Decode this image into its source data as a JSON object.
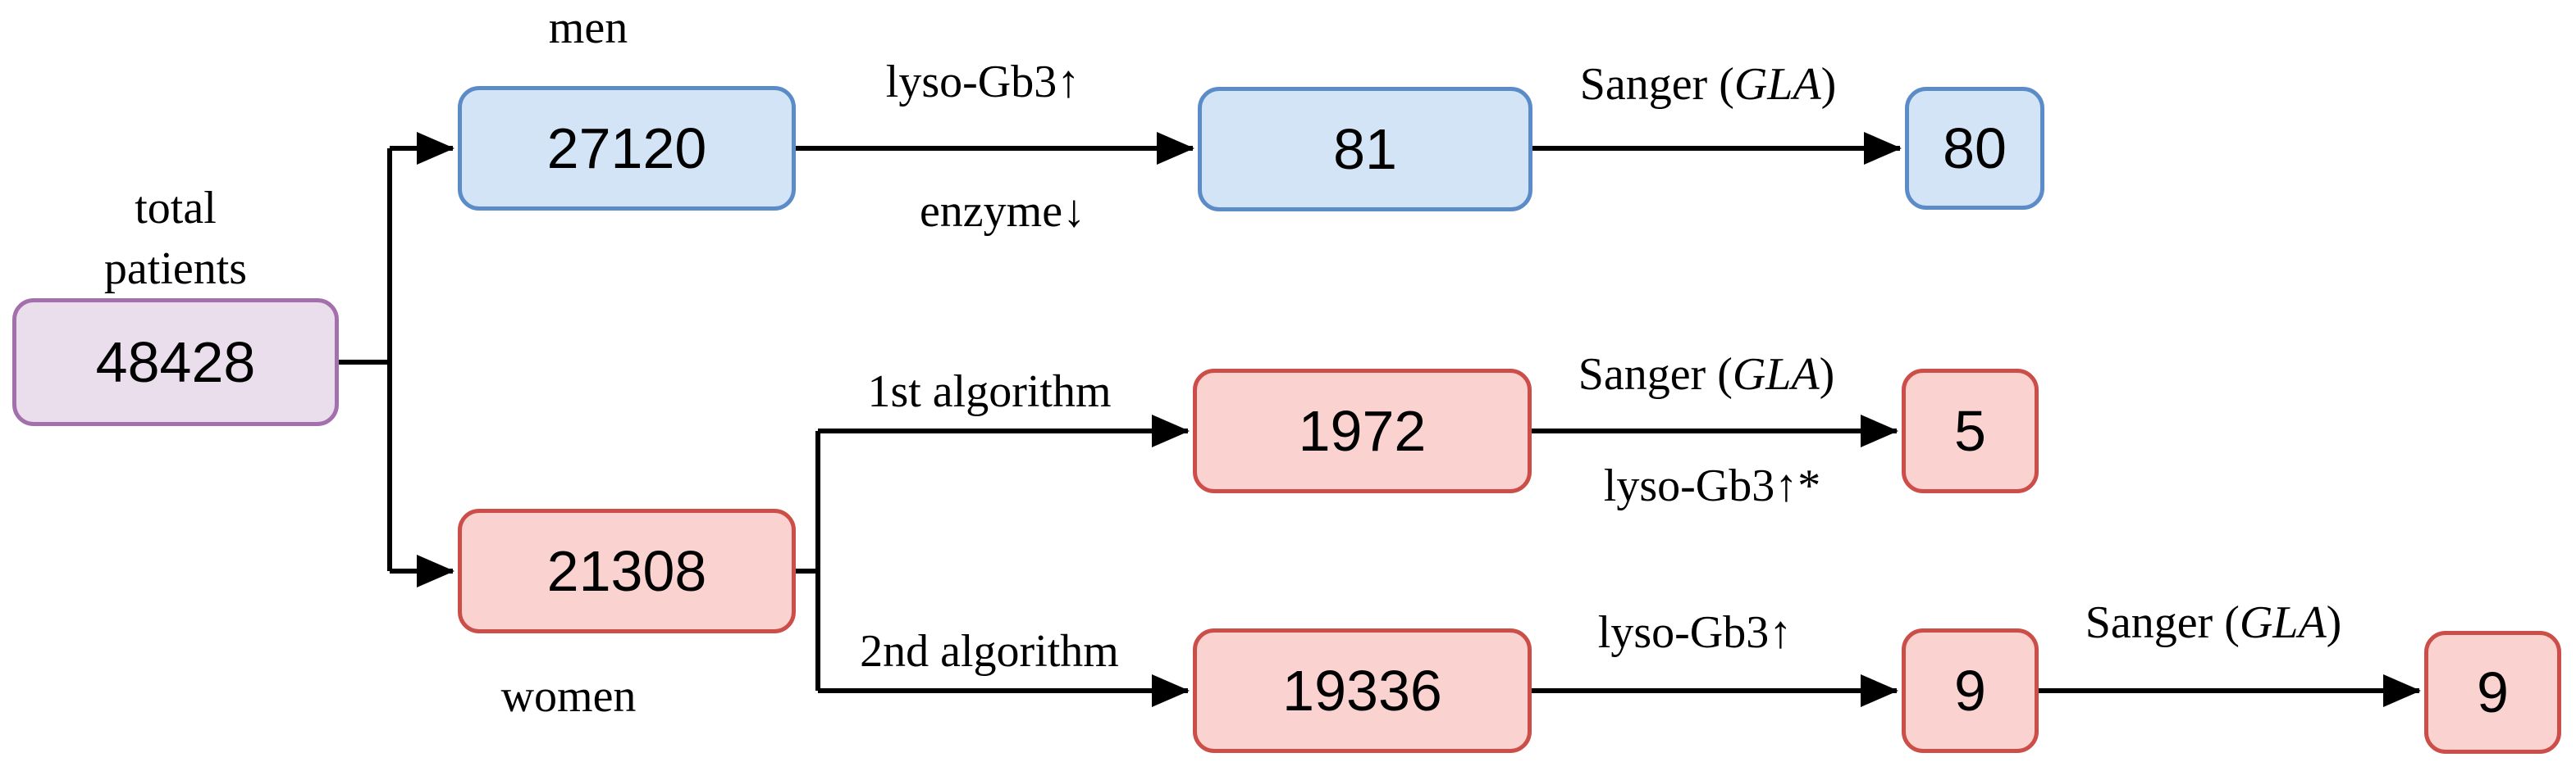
{
  "flowchart": {
    "boxes": {
      "total": {
        "value": "48428"
      },
      "men": {
        "value": "27120"
      },
      "men_flagged": {
        "value": "81"
      },
      "men_confirmed": {
        "value": "80"
      },
      "women": {
        "value": "21308"
      },
      "algo1_flagged": {
        "value": "1972"
      },
      "algo1_confirmed": {
        "value": "5"
      },
      "algo2_flagged": {
        "value": "19336"
      },
      "algo2_elevated": {
        "value": "9"
      },
      "algo2_confirmed": {
        "value": "9"
      }
    },
    "labels": {
      "total_line1": "total",
      "total_line2": "patients",
      "men": "men",
      "women": "women",
      "lyso_gb3_up": "lyso-Gb3↑",
      "enzyme_down": "enzyme↓",
      "sanger": {
        "prefix": "Sanger (",
        "gene": "GLA",
        "suffix": ")"
      },
      "first_algorithm": "1st algorithm",
      "lyso_gb3_up_star": "lyso-Gb3↑*",
      "second_algorithm": "2nd algorithm"
    },
    "colors": {
      "purple_fill": "#EADDEC",
      "purple_border": "#A36FAC",
      "blue_fill": "#D3E4F6",
      "blue_border": "#5C8CC8",
      "pink_fill": "#FAD2D0",
      "pink_border": "#CC4E49",
      "line": "#000000"
    }
  }
}
